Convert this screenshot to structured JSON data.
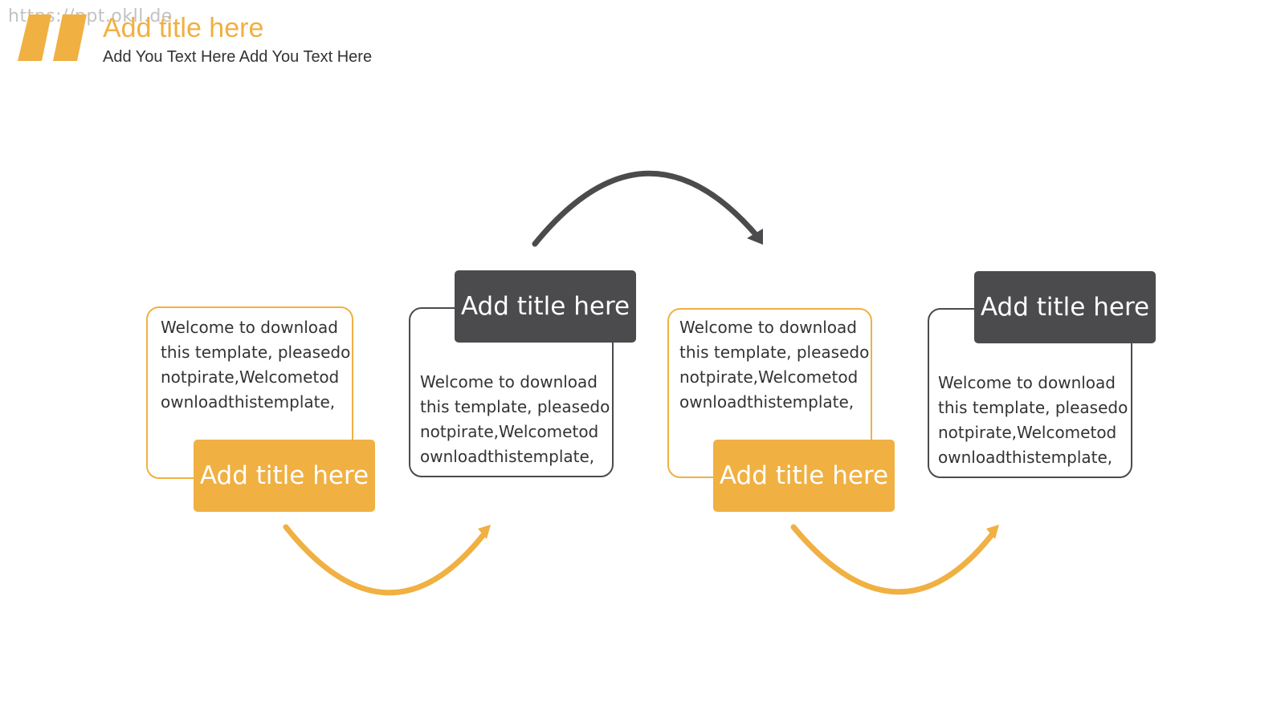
{
  "watermark": "https://ppt.okll.de",
  "header": {
    "title": "Add title here",
    "subtitle": "Add You Text Here Add You Text Here"
  },
  "colors": {
    "accent": "#F0B042",
    "dark": "#4B4A4C"
  },
  "steps": [
    {
      "title": "Add title here",
      "text": "Welcome to download\nthis template, pleasedo\nnotpirate,Welcometod\nownloadthistemplate,"
    },
    {
      "title": "Add title here",
      "text": "Welcome to download\nthis template, pleasedo\nnotpirate,Welcometod\nownloadthistemplate,"
    },
    {
      "title": "Add title here",
      "text": "Welcome to download\nthis template, pleasedo\nnotpirate,Welcometod\nownloadthistemplate,"
    },
    {
      "title": "Add title here",
      "text": "Welcome to download\nthis template, pleasedo\nnotpirate,Welcometod\nownloadthistemplate,"
    }
  ]
}
